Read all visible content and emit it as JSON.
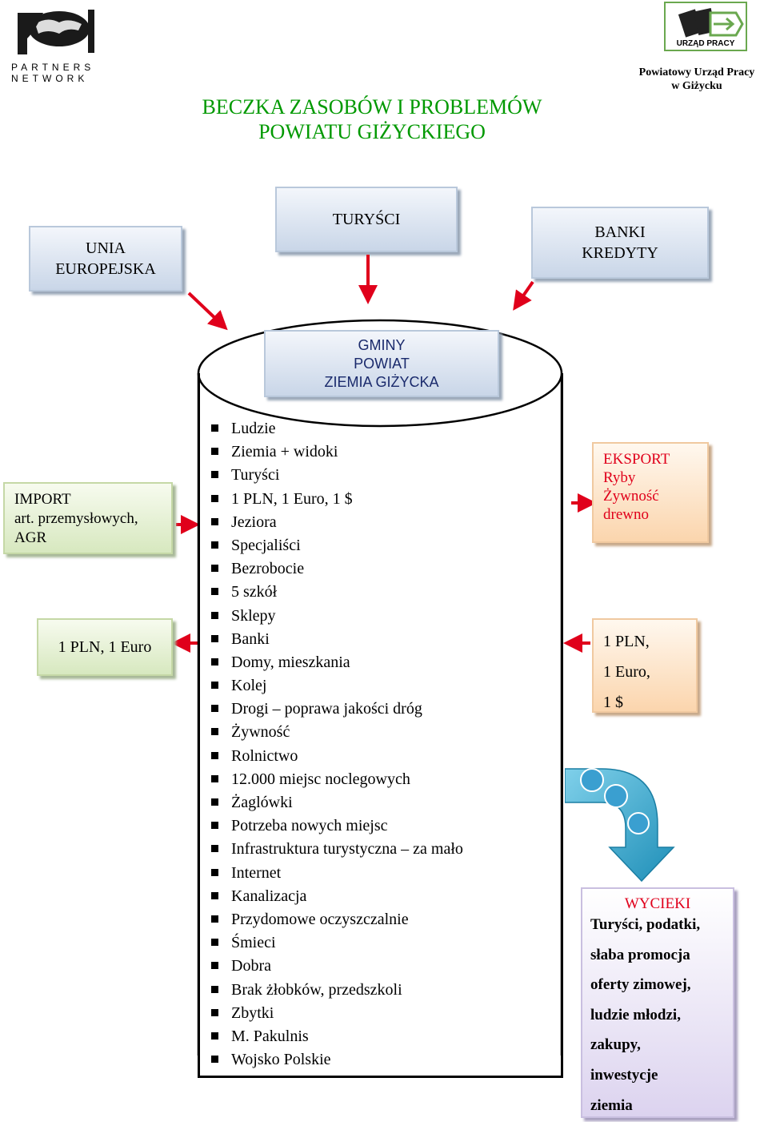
{
  "header": {
    "logo_left": {
      "line1": "PARTNERS",
      "line2": "NETWORK",
      "icon": "globe-logo-icon"
    },
    "logo_right": {
      "label": "URZĄD PRACY",
      "icon": "urzad-pracy-logo-icon"
    },
    "office_line1": "Powiatowy Urząd Pracy",
    "office_line2": "w Giżycku"
  },
  "title": {
    "line1": "BECZKA ZASOBÓW I PROBLEMÓW",
    "line2": "POWIATU GIŻYCKIEGO"
  },
  "top_boxes": {
    "eu": {
      "line1": "UNIA",
      "line2": "EUROPEJSKA"
    },
    "tourists": "TURYŚCI",
    "banks": {
      "line1": "BANKI",
      "line2": "KREDYTY"
    }
  },
  "barrel": {
    "header": {
      "line1": "GMINY",
      "line2": "POWIAT",
      "line3": "ZIEMIA GIŻYCKA"
    },
    "items": [
      "Ludzie",
      "Ziemia + widoki",
      "Turyści",
      "1 PLN, 1 Euro, 1 $",
      "Jeziora",
      "Specjaliści",
      "Bezrobocie",
      "5 szkół",
      "Sklepy",
      "Banki",
      "Domy, mieszkania",
      "Kolej",
      "Drogi – poprawa jakości dróg",
      "Żywność",
      "Rolnictwo",
      "12.000 miejsc noclegowych",
      "Żaglówki",
      "Potrzeba nowych miejsc",
      "Infrastruktura turystyczna – za mało",
      "Internet",
      "Kanalizacja",
      "Przydomowe oczyszczalnie",
      "Śmieci",
      "Dobra",
      "Brak żłobków, przedszkoli",
      "Zbytki",
      "M. Pakulnis",
      "Wojsko Polskie"
    ]
  },
  "left_boxes": {
    "import": {
      "line1": "IMPORT",
      "line2": "art. przemysłowych,",
      "line3": "AGR"
    },
    "money_out": "1 PLN, 1 Euro"
  },
  "right_boxes": {
    "export": {
      "line1": "EKSPORT",
      "line2": "Ryby",
      "line3": "Żywność",
      "line4": "drewno"
    },
    "money_in": {
      "line1": "1 PLN,",
      "line2": "1 Euro,",
      "line3": "1 $"
    },
    "leaks": {
      "title": "WYCIEKI",
      "lines": [
        "Turyści, podatki,",
        "słaba promocja",
        "oferty zimowej,",
        "ludzie młodzi,",
        "zakupy,",
        "inwestycje",
        "ziemia"
      ]
    }
  },
  "colors": {
    "title": "#009900",
    "arrow": "#e0001b",
    "box_blue": "#c9d6e8",
    "box_green": "#d7e8bf",
    "box_orange": "#fbd5ad",
    "box_purple": "#dcd3ef",
    "pipe": "#2a9cc2"
  }
}
